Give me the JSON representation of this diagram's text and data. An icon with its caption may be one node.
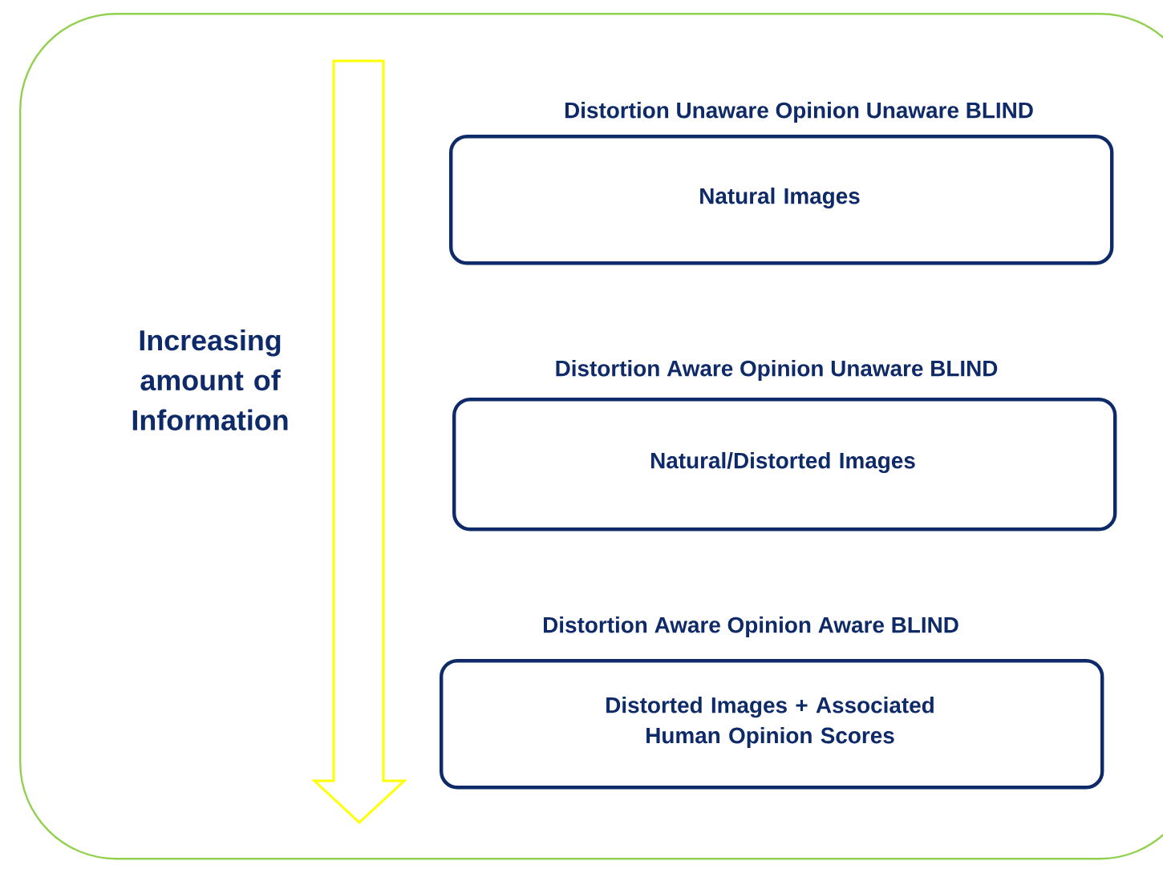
{
  "diagram": {
    "nodes": [
      {
        "text": [],
        "shape": "box"
      },
      {
        "text": [
          "Distortion Unaware Opinion Unaware BLIND",
          "Natural Images"
        ],
        "in": 0
      },
      {
        "text": [
          "Distortion Aware Opinion Unaware BLIND",
          "Natural/Distorted Images"
        ],
        "in": 0
      },
      {
        "text": [
          "Distortion Aware Opinion Aware BLIND",
          "Distorted Images + Associated Human Opinion Scores"
        ],
        "in": 0
      }
    ],
    "labels": [
      "Increasing amount of Information"
    ]
  }
}
